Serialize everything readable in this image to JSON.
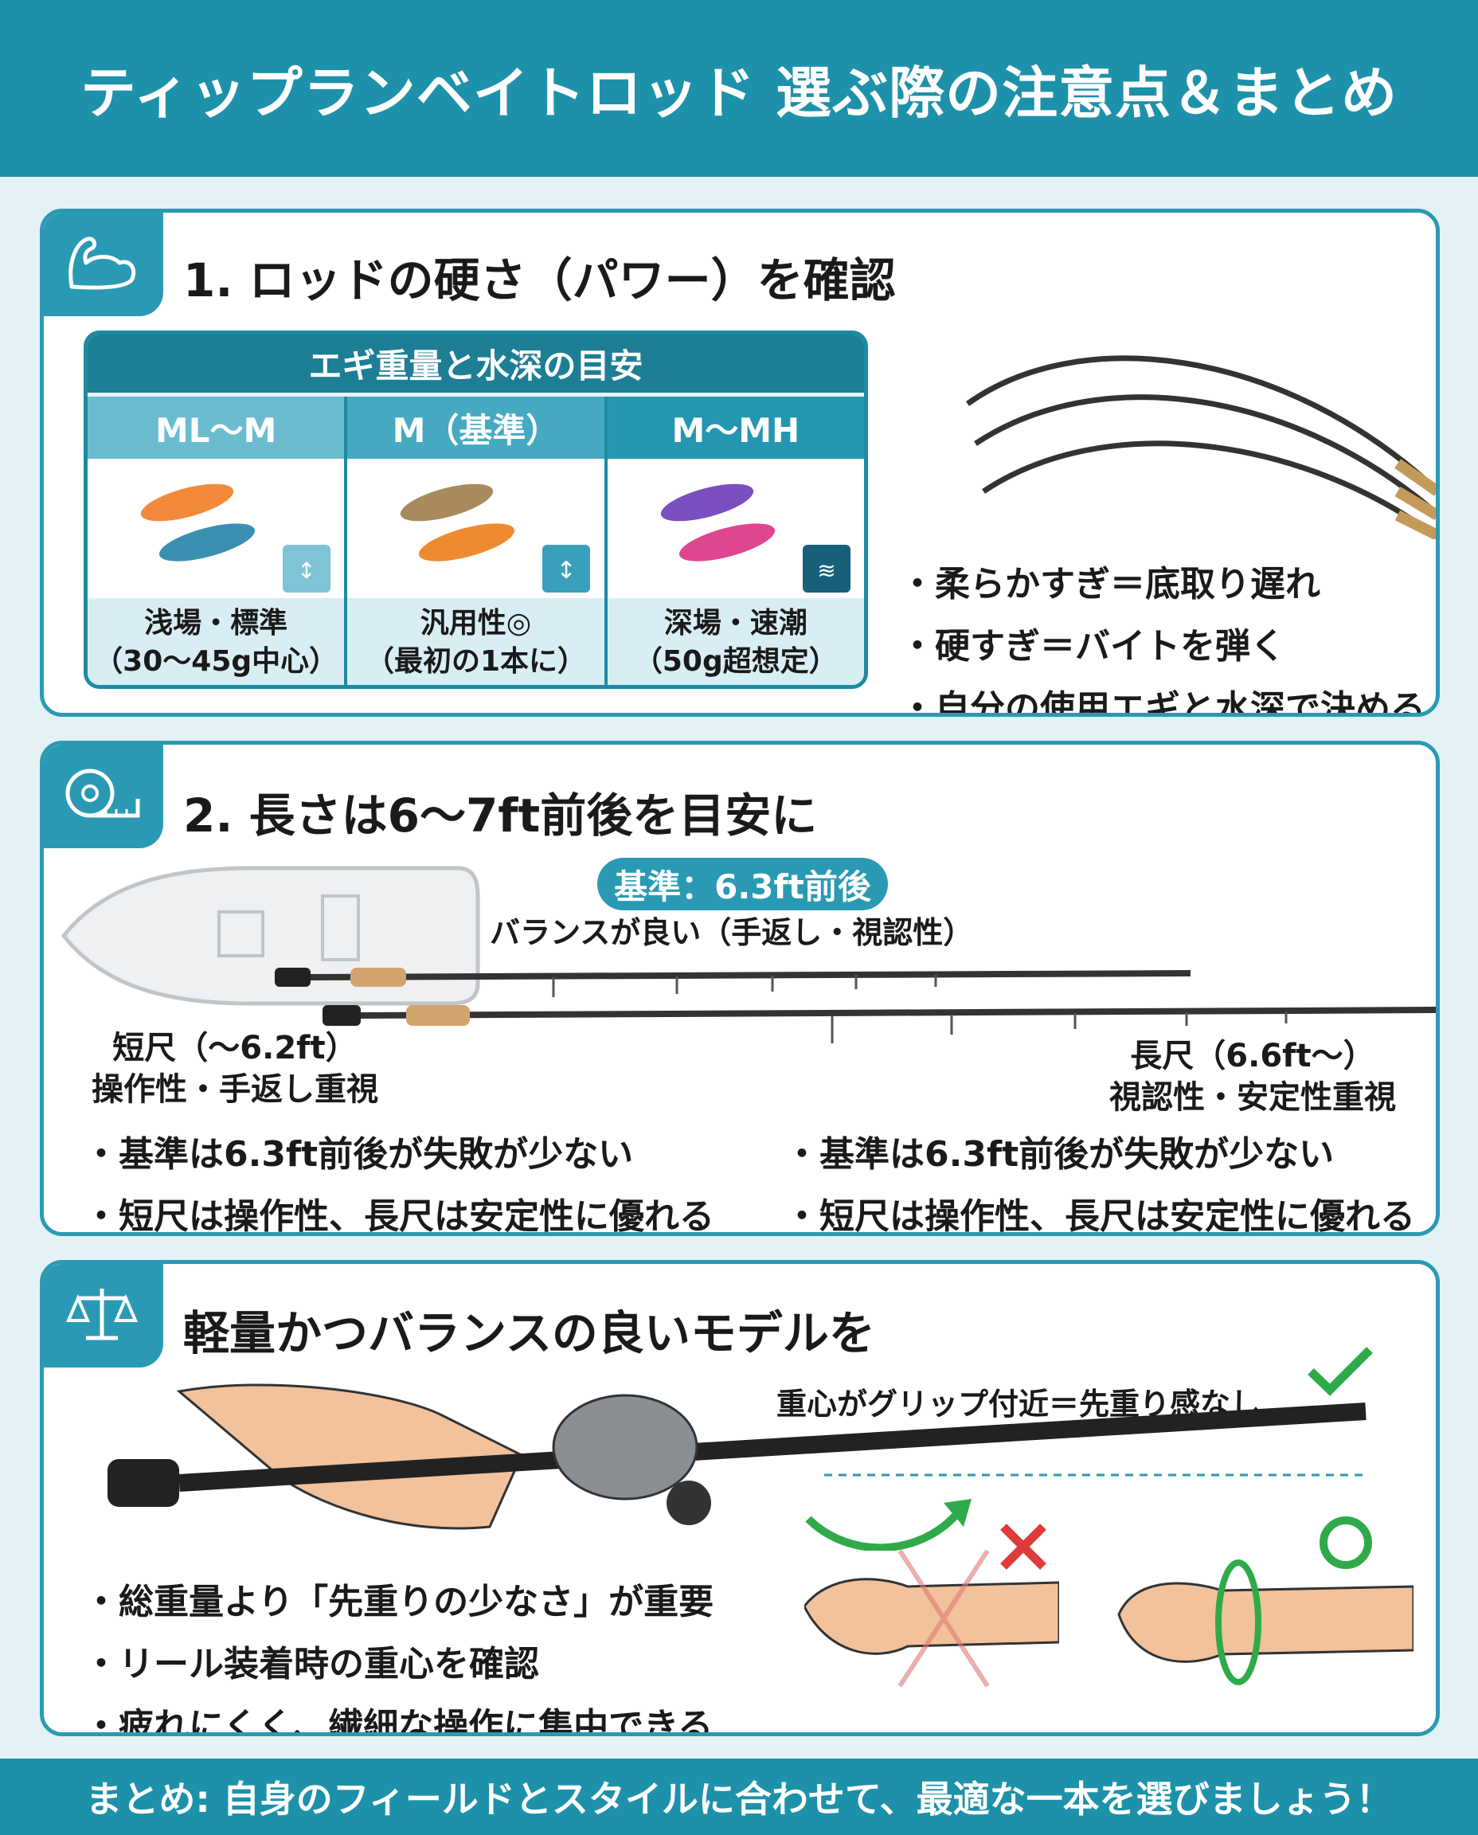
{
  "header": {
    "title": "ティップランベイトロッド 選ぶ際の注意点＆まとめ"
  },
  "section1": {
    "title": "1. ロッドの硬さ（パワー）を確認",
    "icon": "muscle-arm-icon",
    "table": {
      "title": "エギ重量と水深の目安",
      "columns": [
        {
          "header": "ML〜M",
          "line1": "浅場・標準",
          "line2": "（30〜45g中心）",
          "color": "#6bbccf"
        },
        {
          "header": "M（基準）",
          "line1": "汎用性◎",
          "line2": "（最初の1本に）",
          "color": "#45a9c1"
        },
        {
          "header": "M〜MH",
          "line1": "深場・速潮",
          "line2": "（50g超想定）",
          "color": "#2496b0"
        }
      ]
    },
    "bullets": [
      "・柔らかすぎ＝底取り遅れ",
      "・硬すぎ＝バイトを弾く",
      "・自分の使用エギと水深で決める"
    ]
  },
  "section2": {
    "title": "2. 長さは6〜7ft前後を目安に",
    "icon": "tape-measure-icon",
    "badge": "基準：6.3ft前後",
    "subtitle": "バランスが良い（手返し・視認性）",
    "short": {
      "line1": "短尺（〜6.2ft）",
      "line2": "操作性・手返し重視"
    },
    "long": {
      "line1": "長尺（6.6ft〜）",
      "line2": "視認性・安定性重視"
    },
    "bullets_left": [
      "・基準は6.3ft前後が失敗が少ない",
      "・短尺は操作性、長尺は安定性に優れる"
    ],
    "bullets_right": [
      "・基準は6.3ft前後が失敗が少ない",
      "・短尺は操作性、長尺は安定性に優れる"
    ]
  },
  "section3": {
    "title": "軽量かつバランスの良いモデルを",
    "icon": "balance-scale-icon",
    "note": "重心がグリップ付近＝先重り感なし",
    "bullets": [
      "・総重量より「先重りの少なさ」が重要",
      "・リール装着時の重心を確認",
      "・疲れにくく、繊細な操作に集中できる"
    ]
  },
  "footer": {
    "text": "まとめ: 自身のフィールドとスタイルに合わせて、最適な一本を選びましょう！"
  },
  "colors": {
    "accent": "#1e91aa",
    "good": "#2faa4a",
    "bad": "#e03a3a"
  }
}
